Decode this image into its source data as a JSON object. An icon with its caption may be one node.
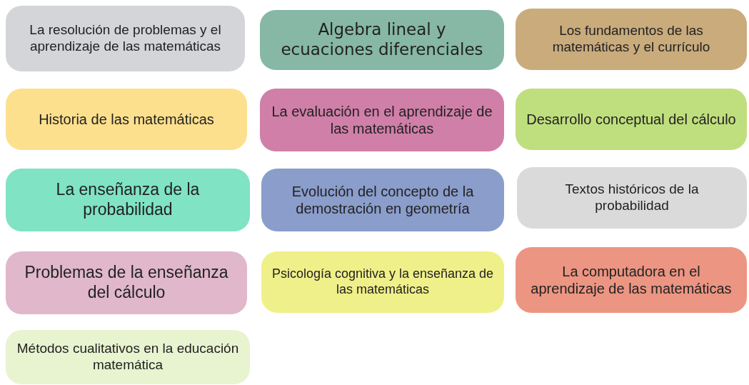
{
  "diagram": {
    "nodes": [
      {
        "text": [
          "La resolución de problemas y el aprendizaje de las matemáticas"
        ]
      },
      {
        "text": [
          "Algebra lineal y ecuaciones diferenciales"
        ]
      },
      {
        "text": [
          "Los fundamentos de las matemáticas y el currículo"
        ]
      },
      {
        "text": [
          "Historia de las matemáticas"
        ]
      },
      {
        "text": [
          "La evaluación en el aprendizaje de las matemáticas"
        ]
      },
      {
        "text": [
          "Desarrollo conceptual del cálculo"
        ]
      },
      {
        "text": [
          "La enseñanza de la probabilidad"
        ]
      },
      {
        "text": [
          "Evolución del concepto de la demostración en geometría"
        ]
      },
      {
        "text": [
          "Textos históricos de la probabilidad"
        ]
      },
      {
        "text": [
          "Problemas de la enseñanza del cálculo"
        ]
      },
      {
        "text": [
          "Psicología cognitiva y la enseñanza de las matemáticas"
        ]
      },
      {
        "text": [
          "La computadora en el aprendizaje de las matemáticas"
        ]
      },
      {
        "text": [
          "Métodos cualitativos en la educación matemática"
        ]
      }
    ]
  }
}
